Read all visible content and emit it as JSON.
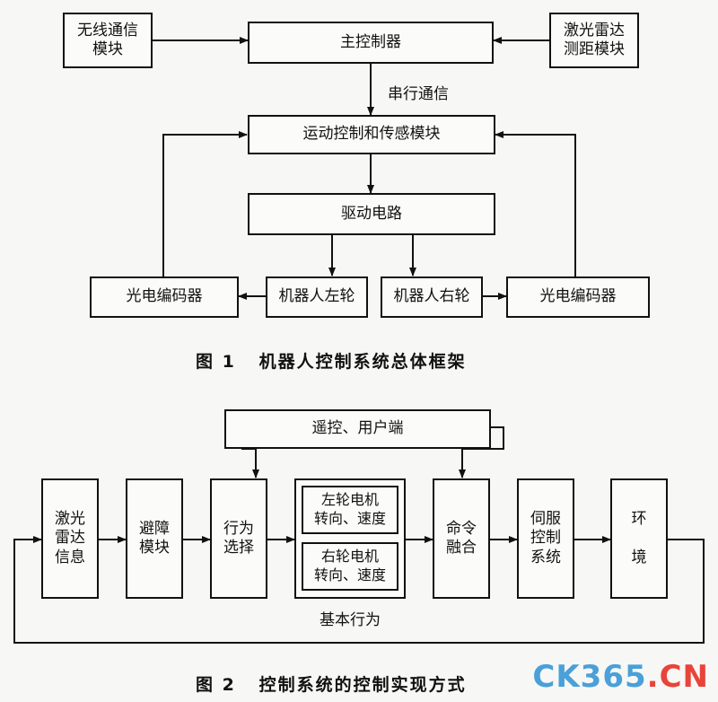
{
  "figure1": {
    "wireless": "无线通信\n模块",
    "main_controller": "主控制器",
    "lidar": "激光雷达\n测距模块",
    "serial_label": "串行通信",
    "motion_sensor": "运动控制和传感模块",
    "drive_circuit": "驱动电路",
    "encoder_left": "光电编码器",
    "wheel_left": "机器人左轮",
    "wheel_right": "机器人右轮",
    "encoder_right": "光电编码器",
    "caption": "图 1   机器人控制系统总体框架"
  },
  "figure2": {
    "remote": "遥控、用户端",
    "lidar_info": "激光\n雷达\n信息",
    "obstacle": "避障\n模块",
    "behavior": "行为\n选择",
    "left_motor": "左轮电机\n转向、速度",
    "right_motor": "右轮电机\n转向、速度",
    "basic_behavior": "基本行为",
    "command_fusion": "命令\n融合",
    "servo": "伺服\n控制\n系统",
    "environment": "环\n\n境",
    "caption": "图 2   控制系统的控制实现方式"
  },
  "watermark": {
    "ck": "CK365",
    "dot": ".",
    "cn": "CN"
  }
}
